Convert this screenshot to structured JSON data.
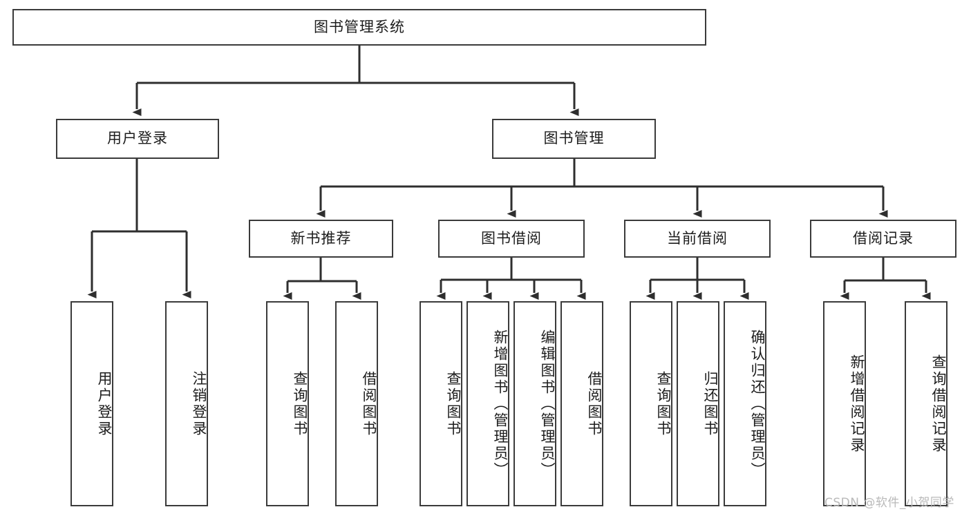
{
  "diagram": {
    "type": "tree",
    "title": "图书管理系统",
    "orientation": "top-down",
    "stroke_color": "#3a3a3a",
    "fill_color": "#ffffff",
    "text_color": "#1c1c1c",
    "root": {
      "label": "图书管理系统"
    },
    "level2": [
      {
        "label": "用户登录"
      },
      {
        "label": "图书管理"
      }
    ],
    "level3": [
      {
        "label": "新书推荐"
      },
      {
        "label": "图书借阅"
      },
      {
        "label": "当前借阅"
      },
      {
        "label": "借阅记录"
      }
    ],
    "leaves": {
      "user_login": [
        {
          "label": "用户登录"
        },
        {
          "label": "注销登录"
        }
      ],
      "new_book": [
        {
          "label": "查询图书"
        },
        {
          "label": "借阅图书"
        }
      ],
      "borrow_book": [
        {
          "label": "查询图书"
        },
        {
          "label": "新增图书（管理员）"
        },
        {
          "label": "编辑图书（管理员）"
        },
        {
          "label": "借阅图书"
        }
      ],
      "current_borrow": [
        {
          "label": "查询图书"
        },
        {
          "label": "归还图书"
        },
        {
          "label": "确认归还（管理员）"
        }
      ],
      "borrow_record": [
        {
          "label": "新增借阅记录"
        },
        {
          "label": "查询借阅记录"
        }
      ]
    }
  },
  "watermark": {
    "text": "CSDN @软件_小贺同学",
    "color": "#b9b9b9"
  }
}
